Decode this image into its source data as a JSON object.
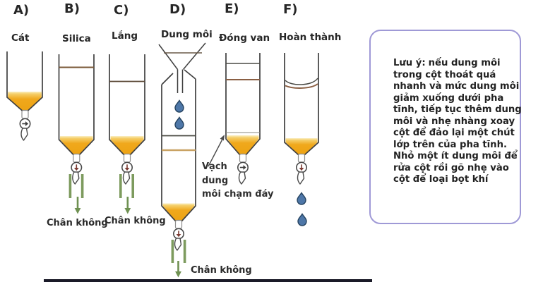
{
  "figure": {
    "steps": [
      {
        "letter": "A)",
        "label": "Cát"
      },
      {
        "letter": "B)",
        "label": "Silica",
        "vacuum": "Chân không"
      },
      {
        "letter": "C)",
        "label": "Lắng",
        "vacuum": "Chân không"
      },
      {
        "letter": "D)",
        "label": "Dung môi",
        "vacuum": "Chân không"
      },
      {
        "letter": "E)",
        "label": "Đóng van"
      },
      {
        "letter": "F)",
        "label": "Hoàn thành"
      }
    ],
    "pointer_annotation": {
      "line1": "Vạch",
      "line2": "dung",
      "line3": "môi chạm đáy"
    },
    "note": {
      "title": "Lưu ý:",
      "lines": [
        "nếu dung môi",
        "trong cột thoát quá",
        "nhanh và mức dung môi",
        "giảm xuống dưới pha",
        "tĩnh, tiếp tục thêm dung",
        "môi và nhẹ nhàng xoay",
        "cột để đảo lại một chút",
        "lớp trên của pha tĩnh.",
        "Nhỏ một ít dung môi để",
        "rửa cột rồi gõ nhẹ vào",
        "cột để loại bọt khí"
      ]
    },
    "colors": {
      "orange_fill": "#efa51e",
      "orange_light": "#f9e3a6",
      "brown_line": "#8a5f43",
      "tan_line": "#c9a263",
      "drop_blue": "#4e77a8",
      "drop_outline": "#24425f",
      "vacuum_green": "#7d9b5e",
      "wall_gray": "#3f3f3f",
      "note_border": "#9f99d6",
      "bottom_bar": "#1a1a28"
    }
  }
}
